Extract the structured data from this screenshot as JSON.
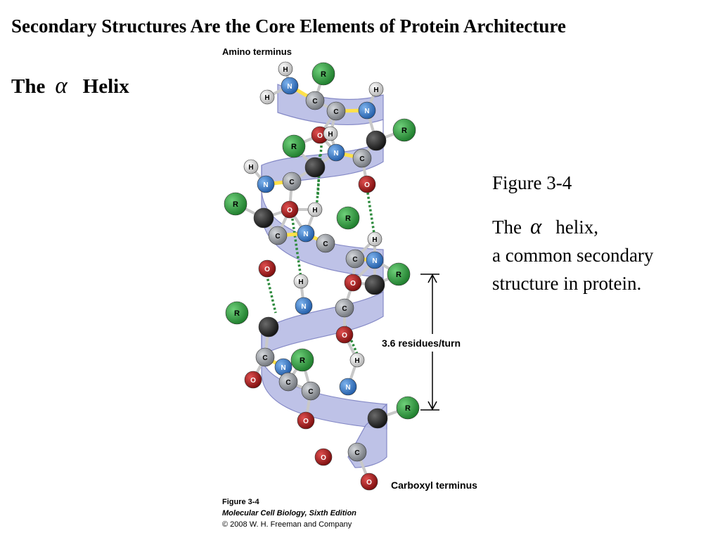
{
  "slide": {
    "title": "Secondary Structures Are the Core Elements of Protein Architecture",
    "subtitle_pre": "The",
    "subtitle_symbol": "α",
    "subtitle_post": "Helix"
  },
  "caption": {
    "figure_ref": "Figure 3-4",
    "line1_pre": "The",
    "line1_symbol": "α",
    "line1_post": "helix,",
    "line2": "a common secondary",
    "line3": "structure in protein."
  },
  "diagram": {
    "amino_label": "Amino terminus",
    "carboxyl_label": "Carboxyl terminus",
    "turn_label": "3.6 residues/turn",
    "atom_labels": {
      "hydrogen": "H",
      "nitrogen": "N",
      "carbon": "C",
      "oxygen": "O",
      "side_chain": "R"
    },
    "colors": {
      "ribbon": "#b9bde6",
      "ribbon_dark": "#7b80c2",
      "hydrogen": "#e6e6e6",
      "nitrogen": "#2d6fc0",
      "carbon": "#8f9399",
      "alpha_carbon": "#2b2b2b",
      "oxygen": "#a81616",
      "side_chain": "#2e9a3c",
      "hbond": "#2c8a3c",
      "peptide_bond": "#ffe14a"
    }
  },
  "credit": {
    "figure": "Figure 3-4",
    "book": "Molecular Cell Biology, Sixth Edition",
    "copyright": "© 2008 W. H. Freeman and Company"
  }
}
